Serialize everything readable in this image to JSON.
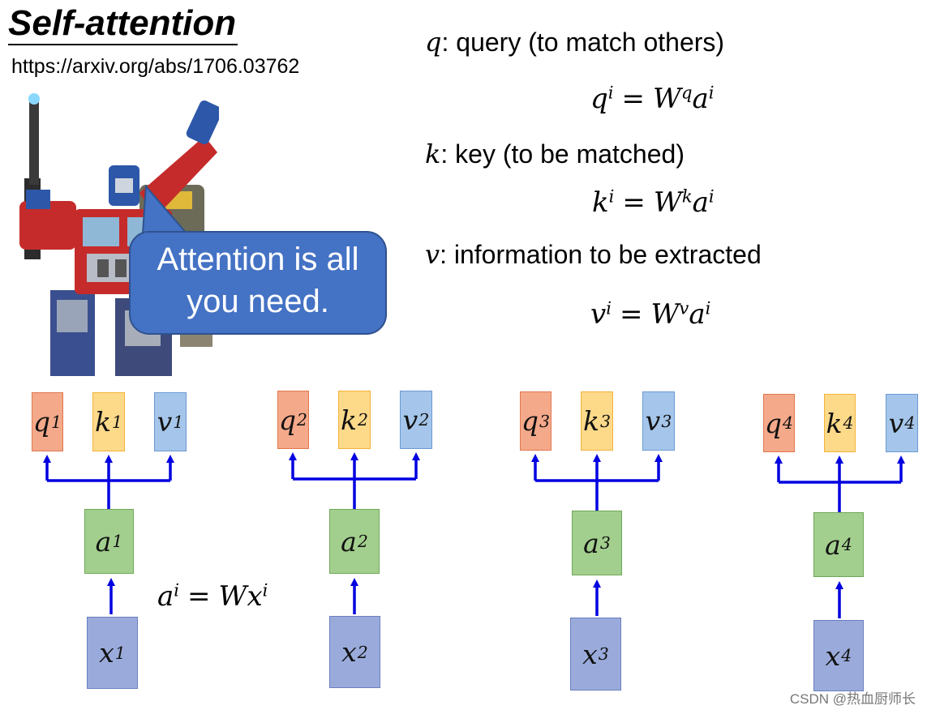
{
  "title": "Self-attention",
  "url": "https://arxiv.org/abs/1706.03762",
  "speech_bubble": "Attention is all you need.",
  "definitions": [
    {
      "symbol": "q",
      "text": ": query (to match others)",
      "eq_lhs": "q",
      "eq_sup": "i",
      "eq_w_sup": "q"
    },
    {
      "symbol": "k",
      "text": ": key (to be matched)",
      "eq_lhs": "k",
      "eq_sup": "i",
      "eq_w_sup": "k"
    },
    {
      "symbol": "v",
      "text": ": information to be extracted",
      "eq_lhs": "v",
      "eq_sup": "i",
      "eq_w_sup": "v"
    }
  ],
  "eq_parts": {
    "equals": "=",
    "W": "W",
    "a": "a",
    "x": "x",
    "i": "i"
  },
  "columns": [
    {
      "index": "1",
      "q": "q",
      "k": "k",
      "v": "v",
      "a": "a",
      "x": "x"
    },
    {
      "index": "2",
      "q": "q",
      "k": "k",
      "v": "v",
      "a": "a",
      "x": "x"
    },
    {
      "index": "3",
      "q": "q",
      "k": "k",
      "v": "v",
      "a": "a",
      "x": "x"
    },
    {
      "index": "4",
      "q": "q",
      "k": "k",
      "v": "v",
      "a": "a",
      "x": "x"
    }
  ],
  "watermark": "CSDN @热血厨师长",
  "colors": {
    "arrow": "#0000e0",
    "bubble": "#4472c4"
  }
}
